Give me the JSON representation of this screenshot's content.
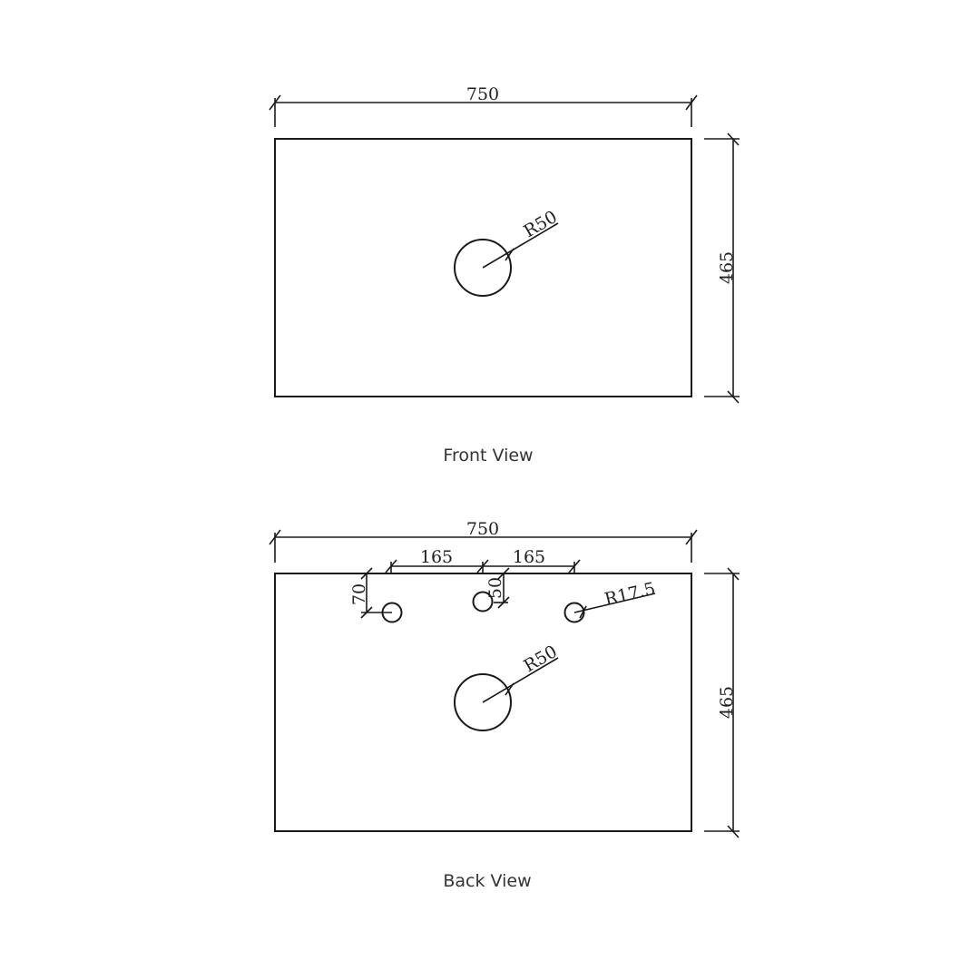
{
  "front_view": {
    "caption": "Front View",
    "width_label": "750",
    "height_label": "465",
    "main_hole_label": "R50"
  },
  "back_view": {
    "caption": "Back View",
    "width_label": "750",
    "height_label": "465",
    "left_spacing_label": "165",
    "right_spacing_label": "165",
    "left_offset_label": "70",
    "center_offset_label": "50",
    "tap_hole_label": "R17.5",
    "main_hole_label": "R50"
  },
  "colors": {
    "line": "#1a1a1a",
    "background": "#ffffff"
  }
}
